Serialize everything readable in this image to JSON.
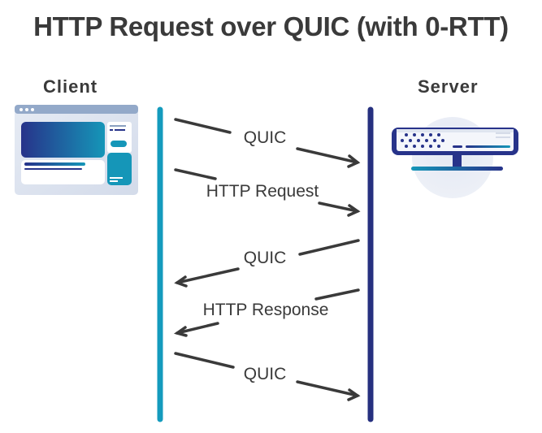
{
  "title": "HTTP Request over QUIC (with 0-RTT)",
  "actors": {
    "client": {
      "label": "Client",
      "icon": "browser-window-icon",
      "lifeline_color": "#149bbd"
    },
    "server": {
      "label": "Server",
      "icon": "server-icon",
      "lifeline_color": "#26307f"
    }
  },
  "messages": [
    {
      "label": "QUIC",
      "from": "client",
      "to": "server"
    },
    {
      "label": "HTTP Request",
      "from": "client",
      "to": "server"
    },
    {
      "label": "QUIC",
      "from": "server",
      "to": "client"
    },
    {
      "label": "HTTP Response",
      "from": "server",
      "to": "client"
    },
    {
      "label": "QUIC",
      "from": "client",
      "to": "server"
    }
  ],
  "colors": {
    "text": "#3a3a3a",
    "arrow": "#3a3a3a",
    "accent_teal": "#149bbd",
    "accent_navy": "#26307f"
  }
}
